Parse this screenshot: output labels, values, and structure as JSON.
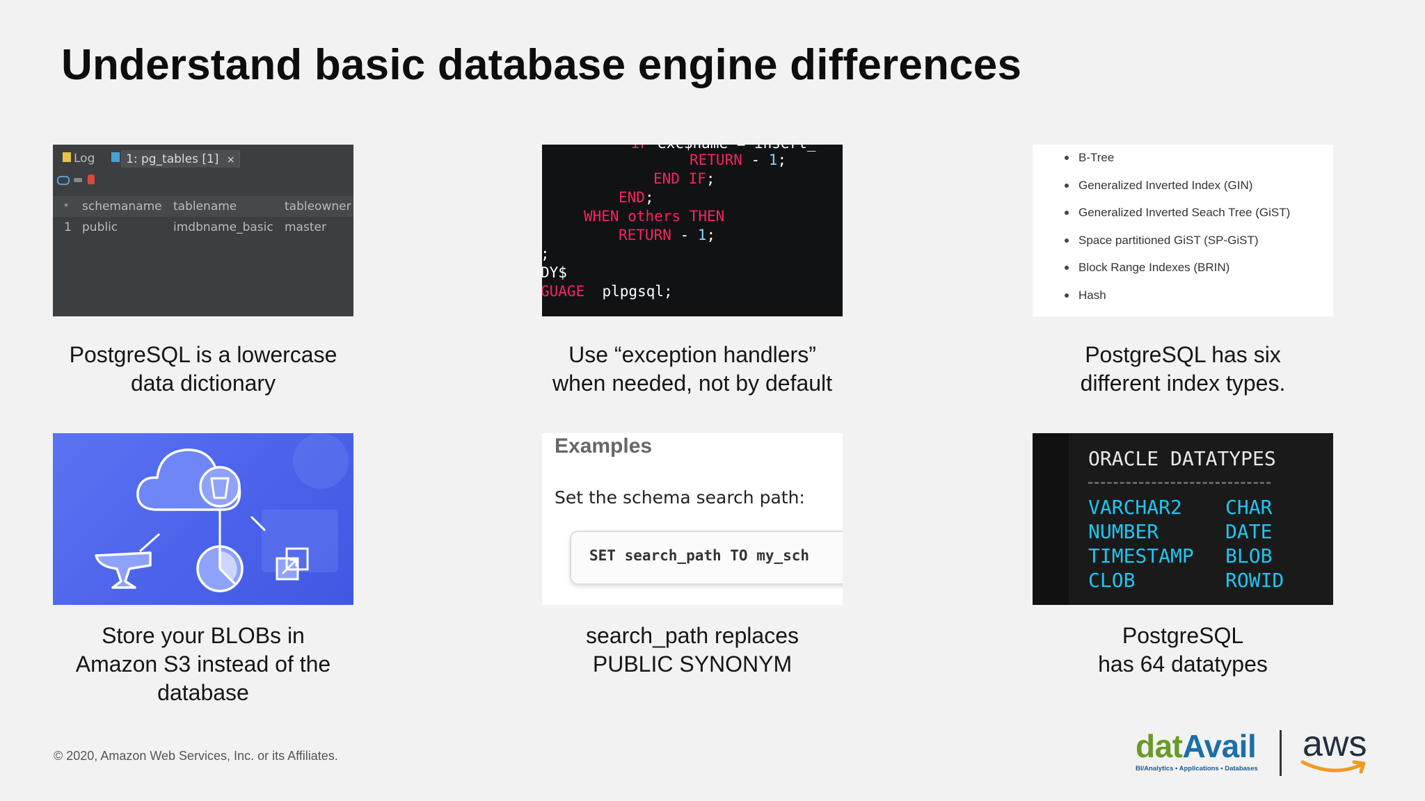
{
  "slide": {
    "title": "Understand basic database engine differences",
    "copyright": "© 2020, Amazon Web Services, Inc. or its Affiliates."
  },
  "thumb1": {
    "tab_log": "Log",
    "tab_table": "1: pg_tables [1]",
    "tab_close": "×",
    "columns": [
      "schemaname",
      "tablename",
      "tableowner"
    ],
    "row_num": "1",
    "header_marker": "*",
    "row": [
      "public",
      "imdbname_basic",
      "master"
    ]
  },
  "thumb2": {
    "lines": [
      {
        "parts": [
          {
            "t": "IF ",
            "k": "kw"
          },
          {
            "t": "exc$name = insert_",
            "k": ""
          }
        ]
      },
      {
        "parts": [
          {
            "t": "RETURN",
            "k": "kw"
          },
          {
            "t": " - ",
            "k": ""
          },
          {
            "t": "1",
            "k": "num"
          },
          {
            "t": ";",
            "k": ""
          }
        ]
      },
      {
        "parts": [
          {
            "t": "END IF",
            "k": "kw"
          },
          {
            "t": ";",
            "k": ""
          }
        ]
      },
      {
        "parts": [
          {
            "t": "END",
            "k": "kw"
          },
          {
            "t": ";",
            "k": ""
          }
        ]
      },
      {
        "parts": [
          {
            "t": "WHEN others THEN",
            "k": "kw"
          }
        ]
      },
      {
        "parts": [
          {
            "t": "RETURN",
            "k": "kw"
          },
          {
            "t": " - ",
            "k": ""
          },
          {
            "t": "1",
            "k": "num"
          },
          {
            "t": ";",
            "k": ""
          }
        ]
      },
      {
        "parts": [
          {
            "t": ";",
            "k": ""
          }
        ]
      },
      {
        "parts": [
          {
            "t": "DY$",
            "k": ""
          }
        ]
      },
      {
        "parts": [
          {
            "t": "GUAGE",
            "k": "kw"
          },
          {
            "t": "  plpgsql;",
            "k": ""
          }
        ]
      }
    ]
  },
  "thumb3": {
    "items": [
      "B-Tree",
      "Generalized Inverted Index (GIN)",
      "Generalized Inverted Seach Tree (GiST)",
      "Space partitioned GiST (SP-GiST)",
      "Block Range Indexes (BRIN)",
      "Hash"
    ]
  },
  "thumb5": {
    "heading": "Examples",
    "subtitle": "Set the schema search path:",
    "code": "SET search_path TO my_sch"
  },
  "thumb6": {
    "heading": "ORACLE DATATYPES",
    "col1": [
      "VARCHAR2",
      "NUMBER",
      "TIMESTAMP",
      "CLOB"
    ],
    "col2": [
      "CHAR",
      "DATE",
      "BLOB",
      "ROWID"
    ]
  },
  "captions": {
    "c1": [
      "PostgreSQL is a lowercase",
      "data dictionary"
    ],
    "c2": [
      "Use “exception handlers”",
      "when needed, not by default"
    ],
    "c3": [
      "PostgreSQL has six",
      "different index types."
    ],
    "c4": [
      "Store your BLOBs in",
      "Amazon S3 instead of the",
      "database"
    ],
    "c5": [
      "search_path replaces",
      "PUBLIC SYNONYM"
    ],
    "c6": [
      "PostgreSQL",
      "has 64 datatypes"
    ]
  },
  "logos": {
    "datavail_1": "dat",
    "datavail_2": "Avail",
    "datavail_tagline": "BI/Analytics • Applications • Databases",
    "aws": "aws"
  },
  "colors": {
    "keyword": "#f5255e",
    "number": "#8fd5ff",
    "datatype": "#1fc6f0",
    "datavail_green": "#6a9a2a",
    "datavail_blue": "#1b6fa8",
    "aws_orange": "#f29a1f"
  }
}
